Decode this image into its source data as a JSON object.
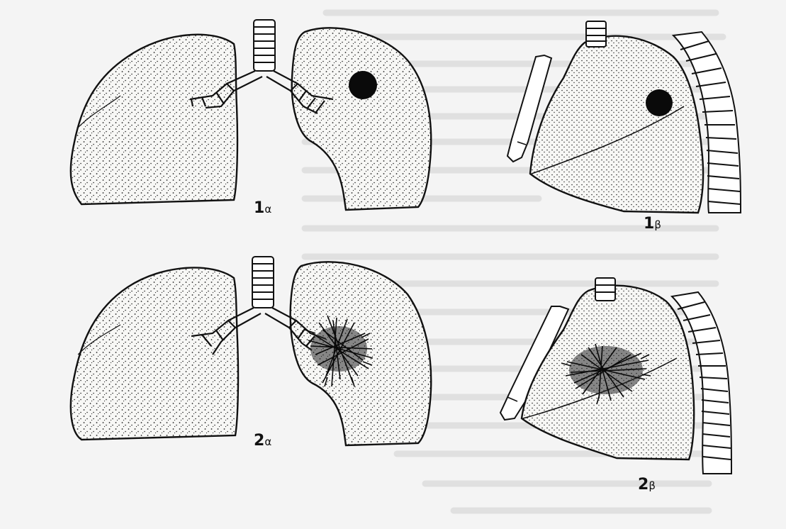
{
  "figure": {
    "panels": [
      {
        "id": "1a",
        "label_num": "1",
        "label_sub": "α",
        "view": "frontal",
        "finding": "round-nodule"
      },
      {
        "id": "1b",
        "label_num": "1",
        "label_sub": "β",
        "view": "lateral",
        "finding": "round-nodule"
      },
      {
        "id": "2a",
        "label_num": "2",
        "label_sub": "α",
        "view": "frontal",
        "finding": "spiculated-mass"
      },
      {
        "id": "2b",
        "label_num": "2",
        "label_sub": "β",
        "view": "lateral",
        "finding": "spiculated-mass"
      }
    ],
    "colors": {
      "background": "#f4f4f4",
      "lung_fill": "#f7f7f5",
      "ink": "#111111",
      "bleed_text": "#9a9a9a"
    }
  }
}
